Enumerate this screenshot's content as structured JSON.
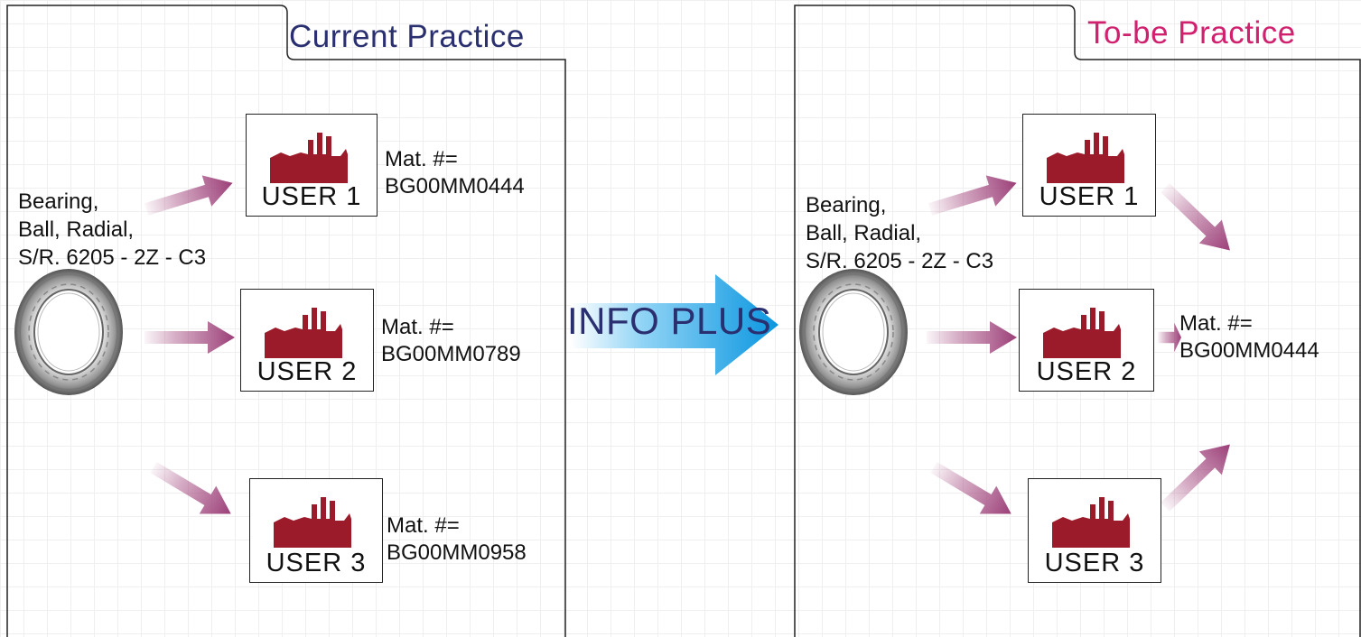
{
  "panels": {
    "current": {
      "title": "Current Practice",
      "title_color": "#2a2f70",
      "description": [
        "Bearing,",
        "Ball, Radial,",
        "S/R. 6205 - 2Z - C3"
      ],
      "users": [
        {
          "label": "USER 1",
          "mat_label": "Mat. #=",
          "mat_code": "BG00MM0444"
        },
        {
          "label": "USER 2",
          "mat_label": "Mat. #=",
          "mat_code": "BG00MM0789"
        },
        {
          "label": "USER 3",
          "mat_label": "Mat. #=",
          "mat_code": "BG00MM0958"
        }
      ]
    },
    "tobe": {
      "title": "To-be Practice",
      "title_color": "#d0206e",
      "description": [
        "Bearing,",
        "Ball, Radial,",
        "S/R. 6205 - 2Z - C3"
      ],
      "users": [
        {
          "label": "USER 1"
        },
        {
          "label": "USER 2"
        },
        {
          "label": "USER 3"
        }
      ],
      "shared_mat_label": "Mat. #=",
      "shared_mat_code": "BG00MM0444"
    }
  },
  "center": {
    "label": "INFO PLUS",
    "arrow_color": "#1e90d6"
  },
  "colors": {
    "factory": "#9b1b2a",
    "arrow": "#a3487e"
  },
  "icons": {
    "factory": "factory-icon",
    "bearing": "bearing-icon"
  }
}
